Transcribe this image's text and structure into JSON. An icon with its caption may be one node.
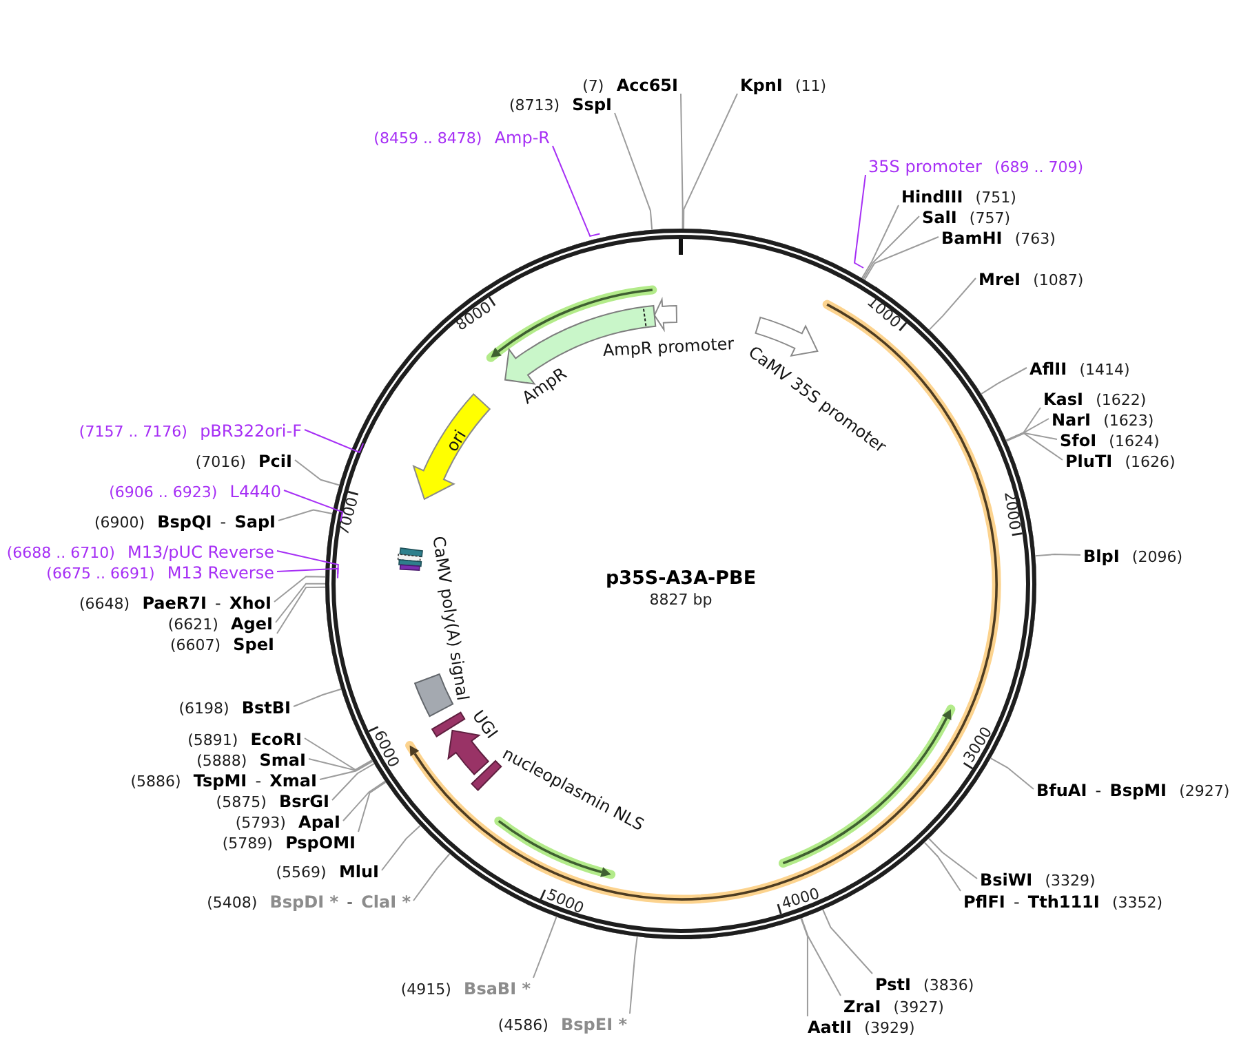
{
  "diagram": {
    "title": "p35S-A3A-PBE",
    "nodes": [
      {
        "text": [],
        "shape": "circle"
      },
      {
        "text": [],
        "shape": "arrow",
        "beside": [
          "AmpR promoter"
        ],
        "in": 0
      },
      {
        "text": [],
        "shape": "arrow",
        "beside": [
          "CaMV 35S promoter"
        ],
        "in": 0
      },
      {
        "text": [],
        "shape": "arrow",
        "beside": [
          "AmpR"
        ],
        "in": 0
      },
      {
        "text": [
          "ori"
        ],
        "in": 0
      },
      {
        "text": [],
        "shape": "box",
        "beside": [
          "CaMV poly(A) signal"
        ],
        "in": 0
      },
      {
        "text": [],
        "shape": "bar",
        "in": 0
      },
      {
        "text": [],
        "shape": "arrow",
        "beside": [
          "UGI"
        ],
        "in": 0
      },
      {
        "text": [],
        "shape": "bar",
        "beside": [
          "nucleoplasmin NLS"
        ],
        "in": 0
      },
      {
        "text": [
          "(7)",
          "Acc65I"
        ]
      },
      {
        "text": [
          "KpnI",
          "(11)"
        ]
      },
      {
        "text": [
          "35S promoter",
          "(689 .. 709)"
        ]
      },
      {
        "text": [
          "HindIII",
          "(751)"
        ]
      },
      {
        "text": [
          "SalI",
          "(757)"
        ]
      },
      {
        "text": [
          "BamHI",
          "(763)"
        ]
      },
      {
        "text": [
          "MreI",
          "(1087)"
        ]
      },
      {
        "text": [
          "AflII",
          "(1414)"
        ]
      },
      {
        "text": [
          "KasI",
          "(1622)"
        ]
      },
      {
        "text": [
          "NarI",
          "(1623)"
        ]
      },
      {
        "text": [
          "SfoI",
          "(1624)"
        ]
      },
      {
        "text": [
          "PluTI",
          "(1626)"
        ]
      },
      {
        "text": [
          "BlpI",
          "(2096)"
        ]
      },
      {
        "text": [
          "BfuAI",
          "-",
          "BspMI",
          "(2927)"
        ]
      },
      {
        "text": [
          "BsiWI",
          "(3329)"
        ]
      },
      {
        "text": [
          "PflFI",
          "-",
          "Tth111I",
          "(3352)"
        ]
      },
      {
        "text": [
          "PstI",
          "(3836)"
        ]
      },
      {
        "text": [
          "ZraI",
          "(3927)"
        ]
      },
      {
        "text": [
          "AatII",
          "(3929)"
        ]
      },
      {
        "text": [
          "(4586)",
          "BspEI *"
        ]
      },
      {
        "text": [
          "(4915)",
          "BsaBI *"
        ]
      },
      {
        "text": [
          "(5408)",
          "BspDI *",
          "-",
          "ClaI *"
        ]
      },
      {
        "text": [
          "(5569)",
          "MluI"
        ]
      },
      {
        "text": [
          "(5789)",
          "PspOMI"
        ]
      },
      {
        "text": [
          "(5793)",
          "ApaI"
        ]
      },
      {
        "text": [
          "(5875)",
          "BsrGI"
        ]
      },
      {
        "text": [
          "(5886)",
          "TspMI",
          "-",
          "XmaI"
        ]
      },
      {
        "text": [
          "(5888)",
          "SmaI"
        ]
      },
      {
        "text": [
          "(5891)",
          "EcoRI"
        ]
      },
      {
        "text": [
          "(6198)",
          "BstBI"
        ]
      },
      {
        "text": [
          "(6607)",
          "SpeI"
        ]
      },
      {
        "text": [
          "(6621)",
          "AgeI"
        ]
      },
      {
        "text": [
          "(6648)",
          "PaeR7I",
          "-",
          "XhoI"
        ]
      },
      {
        "text": [
          "(6675 .. 6691)",
          "M13 Reverse"
        ]
      },
      {
        "text": [
          "(6688 .. 6710)",
          "M13/pUC Reverse"
        ]
      },
      {
        "text": [
          "(6900)",
          "BspQI",
          "-",
          "SapI"
        ]
      },
      {
        "text": [
          "(6906 .. 6923)",
          "L4440"
        ]
      },
      {
        "text": [
          "(7016)",
          "PciI"
        ]
      },
      {
        "text": [
          "(7157 .. 7176)",
          "pBR322ori-F"
        ]
      },
      {
        "text": [
          "(8459 .. 8478)",
          "Amp-R"
        ]
      },
      {
        "text": [
          "(8713)",
          "SspI"
        ]
      }
    ],
    "edges": [
      {
        "from": 9,
        "to": 0,
        "arrow": "none"
      },
      {
        "from": 10,
        "to": 0,
        "arrow": "none"
      },
      {
        "from": 11,
        "to": 0,
        "arrow": "none",
        "color": "#a62ff5"
      },
      {
        "from": 12,
        "to": 0,
        "arrow": "none"
      },
      {
        "from": 13,
        "to": 0,
        "arrow": "none"
      },
      {
        "from": 14,
        "to": 0,
        "arrow": "none"
      },
      {
        "from": 15,
        "to": 0,
        "arrow": "none"
      },
      {
        "from": 16,
        "to": 0,
        "arrow": "none"
      },
      {
        "from": 17,
        "to": 0,
        "arrow": "none"
      },
      {
        "from": 18,
        "to": 0,
        "arrow": "none"
      },
      {
        "from": 19,
        "to": 0,
        "arrow": "none"
      },
      {
        "from": 20,
        "to": 0,
        "arrow": "none"
      },
      {
        "from": 21,
        "to": 0,
        "arrow": "none"
      },
      {
        "from": 22,
        "to": 0,
        "arrow": "none"
      },
      {
        "from": 23,
        "to": 0,
        "arrow": "none"
      },
      {
        "from": 24,
        "to": 0,
        "arrow": "none"
      },
      {
        "from": 25,
        "to": 0,
        "arrow": "none"
      },
      {
        "from": 26,
        "to": 0,
        "arrow": "none"
      },
      {
        "from": 27,
        "to": 0,
        "arrow": "none"
      },
      {
        "from": 28,
        "to": 0,
        "arrow": "none"
      },
      {
        "from": 29,
        "to": 0,
        "arrow": "none"
      },
      {
        "from": 30,
        "to": 0,
        "arrow": "none"
      },
      {
        "from": 31,
        "to": 0,
        "arrow": "none"
      },
      {
        "from": 32,
        "to": 0,
        "arrow": "none"
      },
      {
        "from": 33,
        "to": 0,
        "arrow": "none"
      },
      {
        "from": 34,
        "to": 0,
        "arrow": "none"
      },
      {
        "from": 35,
        "to": 0,
        "arrow": "none"
      },
      {
        "from": 36,
        "to": 0,
        "arrow": "none"
      },
      {
        "from": 37,
        "to": 0,
        "arrow": "none"
      },
      {
        "from": 38,
        "to": 0,
        "arrow": "none"
      },
      {
        "from": 39,
        "to": 0,
        "arrow": "none"
      },
      {
        "from": 40,
        "to": 0,
        "arrow": "none"
      },
      {
        "from": 41,
        "to": 0,
        "arrow": "none"
      },
      {
        "from": 42,
        "to": 0,
        "arrow": "none",
        "color": "#a62ff5"
      },
      {
        "from": 43,
        "to": 0,
        "arrow": "none",
        "color": "#a62ff5"
      },
      {
        "from": 44,
        "to": 0,
        "arrow": "none"
      },
      {
        "from": 45,
        "to": 0,
        "arrow": "none",
        "color": "#a62ff5"
      },
      {
        "from": 46,
        "to": 0,
        "arrow": "none"
      },
      {
        "from": 47,
        "to": 0,
        "arrow": "none",
        "color": "#a62ff5"
      },
      {
        "from": 48,
        "to": 0,
        "arrow": "none",
        "color": "#a62ff5"
      },
      {
        "from": 49,
        "to": 0,
        "arrow": "none"
      }
    ],
    "labels": [
      "8827 bp",
      "1000",
      "2000",
      "3000",
      "4000",
      "5000",
      "6000",
      "7000",
      "8000"
    ]
  }
}
